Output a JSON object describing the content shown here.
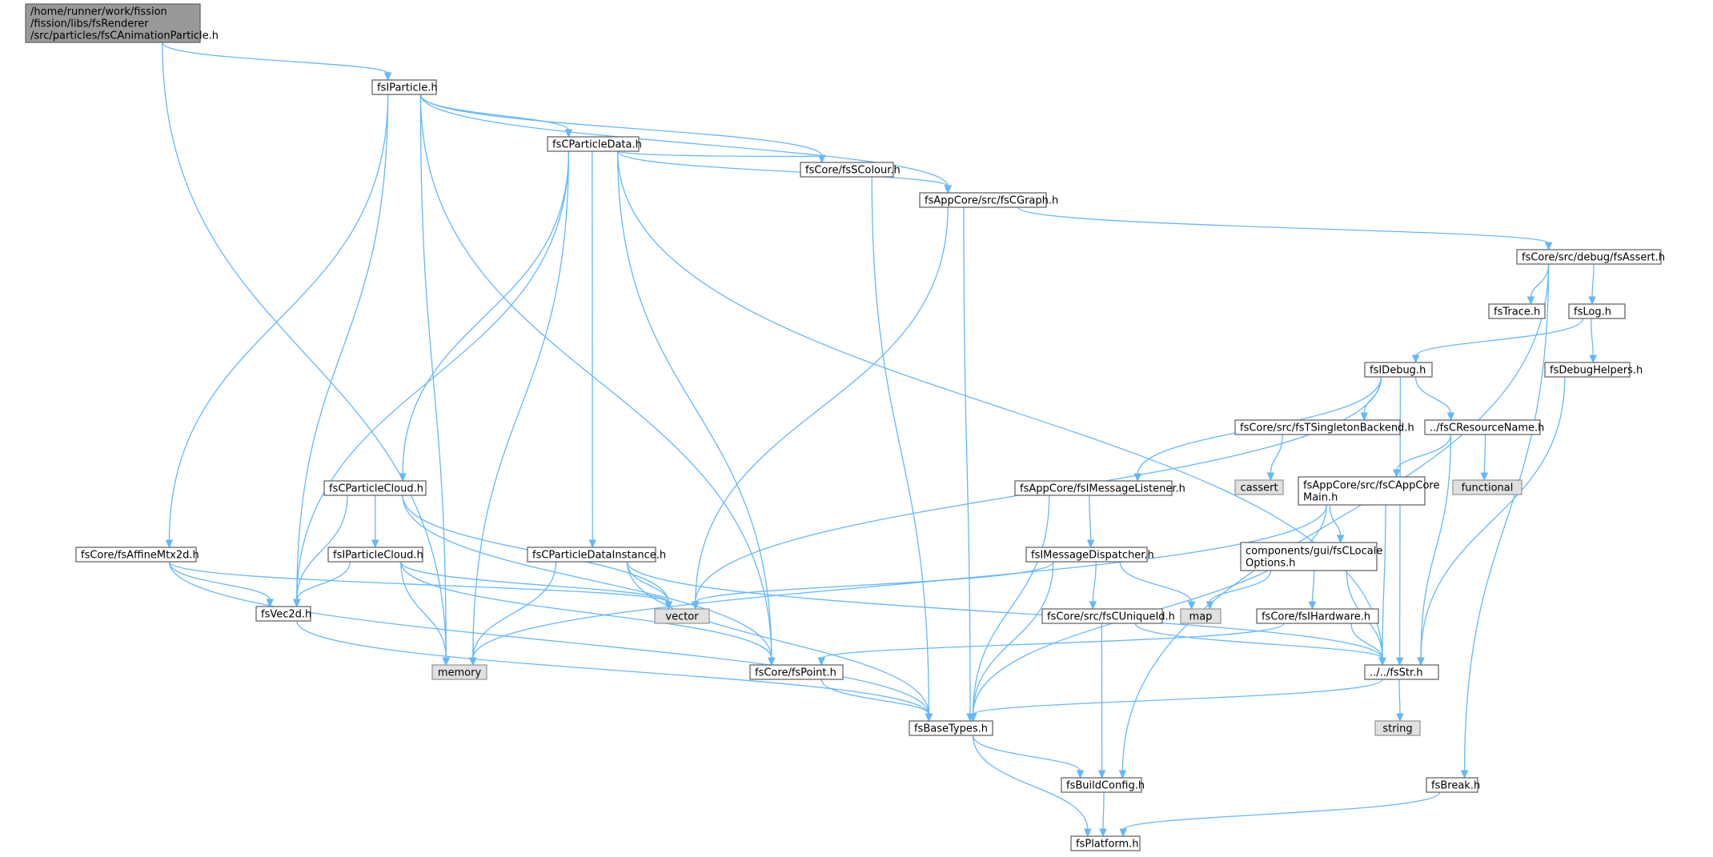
{
  "nodes": [
    {
      "id": "root",
      "lines": [
        "/home/runner/work/fission",
        "/fission/libs/fsRenderer",
        "/src/particles/fsCAnimationParticle.h"
      ],
      "kind": "root"
    },
    {
      "id": "fsIParticle",
      "lines": [
        "fsIParticle.h"
      ],
      "kind": "file"
    },
    {
      "id": "fsCParticleData",
      "lines": [
        "fsCParticleData.h"
      ],
      "kind": "file"
    },
    {
      "id": "fsSColour",
      "lines": [
        "fsCore/fsSColour.h"
      ],
      "kind": "file"
    },
    {
      "id": "fsCGraph",
      "lines": [
        "fsAppCore/src/fsCGraph.h"
      ],
      "kind": "file"
    },
    {
      "id": "fsAssert",
      "lines": [
        "fsCore/src/debug/fsAssert.h"
      ],
      "kind": "file"
    },
    {
      "id": "fsTrace",
      "lines": [
        "fsTrace.h"
      ],
      "kind": "file"
    },
    {
      "id": "fsLog",
      "lines": [
        "fsLog.h"
      ],
      "kind": "file"
    },
    {
      "id": "fsIDebug",
      "lines": [
        "fsIDebug.h"
      ],
      "kind": "file"
    },
    {
      "id": "fsDebugHelpers",
      "lines": [
        "fsDebugHelpers.h"
      ],
      "kind": "file"
    },
    {
      "id": "fsTSingleton",
      "lines": [
        "fsCore/src/fsTSingletonBackend.h"
      ],
      "kind": "file"
    },
    {
      "id": "fsCResourceName",
      "lines": [
        "../fsCResourceName.h"
      ],
      "kind": "file"
    },
    {
      "id": "cassert",
      "lines": [
        "cassert"
      ],
      "kind": "sys"
    },
    {
      "id": "functional",
      "lines": [
        "functional"
      ],
      "kind": "sys"
    },
    {
      "id": "fsCAppCoreMain",
      "lines": [
        "fsAppCore/src/fsCAppCore",
        "Main.h"
      ],
      "kind": "file"
    },
    {
      "id": "fsIMessageListener",
      "lines": [
        "fsAppCore/fsIMessageListener.h"
      ],
      "kind": "file"
    },
    {
      "id": "fsCParticleCloud",
      "lines": [
        "fsCParticleCloud.h"
      ],
      "kind": "file"
    },
    {
      "id": "fsIParticleCloud",
      "lines": [
        "fsIParticleCloud.h"
      ],
      "kind": "file"
    },
    {
      "id": "fsAffineMtx2d",
      "lines": [
        "fsCore/fsAffineMtx2d.h"
      ],
      "kind": "file"
    },
    {
      "id": "fsCParticleDataInstance",
      "lines": [
        "fsCParticleDataInstance.h"
      ],
      "kind": "file"
    },
    {
      "id": "fsIMessageDispatcher",
      "lines": [
        "fsIMessageDispatcher.h"
      ],
      "kind": "file"
    },
    {
      "id": "fsCLocaleOptions",
      "lines": [
        "components/gui/fsCLocale",
        "Options.h"
      ],
      "kind": "file"
    },
    {
      "id": "fsVec2d",
      "lines": [
        "fsVec2d.h"
      ],
      "kind": "file"
    },
    {
      "id": "vector",
      "lines": [
        "vector"
      ],
      "kind": "sys"
    },
    {
      "id": "map",
      "lines": [
        "map"
      ],
      "kind": "sys"
    },
    {
      "id": "fsCUniqueId",
      "lines": [
        "fsCore/src/fsCUniqueId.h"
      ],
      "kind": "file"
    },
    {
      "id": "fsIHardware",
      "lines": [
        "fsCore/fsIHardware.h"
      ],
      "kind": "file"
    },
    {
      "id": "memory",
      "lines": [
        "memory"
      ],
      "kind": "sys"
    },
    {
      "id": "fsPoint",
      "lines": [
        "fsCore/fsPoint.h"
      ],
      "kind": "file"
    },
    {
      "id": "fsStr",
      "lines": [
        "../../fsStr.h"
      ],
      "kind": "file"
    },
    {
      "id": "string",
      "lines": [
        "string"
      ],
      "kind": "sys"
    },
    {
      "id": "fsBaseTypes",
      "lines": [
        "fsBaseTypes.h"
      ],
      "kind": "file"
    },
    {
      "id": "fsBuildConfig",
      "lines": [
        "fsBuildConfig.h"
      ],
      "kind": "file"
    },
    {
      "id": "fsBreak",
      "lines": [
        "fsBreak.h"
      ],
      "kind": "file"
    },
    {
      "id": "fsPlatform",
      "lines": [
        "fsPlatform.h"
      ],
      "kind": "file"
    }
  ],
  "edges": [
    [
      "root",
      "fsIParticle"
    ],
    [
      "root",
      "memory"
    ],
    [
      "fsIParticle",
      "fsCParticleData"
    ],
    [
      "fsIParticle",
      "fsSColour"
    ],
    [
      "fsIParticle",
      "fsCGraph"
    ],
    [
      "fsIParticle",
      "fsAffineMtx2d"
    ],
    [
      "fsIParticle",
      "fsVec2d"
    ],
    [
      "fsIParticle",
      "memory"
    ],
    [
      "fsIParticle",
      "fsPoint"
    ],
    [
      "fsCParticleData",
      "fsSColour"
    ],
    [
      "fsCParticleData",
      "fsCGraph"
    ],
    [
      "fsCParticleData",
      "fsCParticleCloud"
    ],
    [
      "fsCParticleData",
      "fsCParticleDataInstance"
    ],
    [
      "fsCParticleData",
      "fsVec2d"
    ],
    [
      "fsCParticleData",
      "memory"
    ],
    [
      "fsCParticleData",
      "fsPoint"
    ],
    [
      "fsCParticleData",
      "fsStr"
    ],
    [
      "fsSColour",
      "fsBaseTypes"
    ],
    [
      "fsCGraph",
      "fsAssert"
    ],
    [
      "fsCGraph",
      "vector"
    ],
    [
      "fsCGraph",
      "fsBaseTypes"
    ],
    [
      "fsAssert",
      "fsTrace"
    ],
    [
      "fsAssert",
      "fsLog"
    ],
    [
      "fsAssert",
      "fsBuildConfig"
    ],
    [
      "fsAssert",
      "fsBreak"
    ],
    [
      "fsLog",
      "fsIDebug"
    ],
    [
      "fsLog",
      "fsDebugHelpers"
    ],
    [
      "fsDebugHelpers",
      "fsStr"
    ],
    [
      "fsIDebug",
      "fsTSingleton"
    ],
    [
      "fsIDebug",
      "fsCResourceName"
    ],
    [
      "fsIDebug",
      "fsIMessageListener"
    ],
    [
      "fsIDebug",
      "vector"
    ],
    [
      "fsIDebug",
      "fsStr"
    ],
    [
      "fsTSingleton",
      "cassert"
    ],
    [
      "fsCResourceName",
      "functional"
    ],
    [
      "fsCResourceName",
      "fsCAppCoreMain"
    ],
    [
      "fsCResourceName",
      "fsStr"
    ],
    [
      "fsCAppCoreMain",
      "fsCLocaleOptions"
    ],
    [
      "fsCAppCoreMain",
      "memory"
    ],
    [
      "fsCAppCoreMain",
      "fsStr"
    ],
    [
      "fsCAppCoreMain",
      "fsBaseTypes"
    ],
    [
      "fsCLocaleOptions",
      "map"
    ],
    [
      "fsCLocaleOptions",
      "fsIHardware"
    ],
    [
      "fsCLocaleOptions",
      "fsStr"
    ],
    [
      "fsIHardware",
      "fsPoint"
    ],
    [
      "fsIHardware",
      "fsStr"
    ],
    [
      "fsIMessageListener",
      "fsIMessageDispatcher"
    ],
    [
      "fsIMessageListener",
      "fsBaseTypes"
    ],
    [
      "fsIMessageDispatcher",
      "vector"
    ],
    [
      "fsIMessageDispatcher",
      "map"
    ],
    [
      "fsIMessageDispatcher",
      "fsCUniqueId"
    ],
    [
      "fsIMessageDispatcher",
      "fsBaseTypes"
    ],
    [
      "fsCUniqueId",
      "fsBuildConfig"
    ],
    [
      "fsCUniqueId",
      "fsStr"
    ],
    [
      "fsCParticleCloud",
      "fsIParticleCloud"
    ],
    [
      "fsCParticleCloud",
      "fsVec2d"
    ],
    [
      "fsCParticleCloud",
      "vector"
    ],
    [
      "fsCParticleCloud",
      "fsPoint"
    ],
    [
      "fsIParticleCloud",
      "fsVec2d"
    ],
    [
      "fsIParticleCloud",
      "memory"
    ],
    [
      "fsIParticleCloud",
      "vector"
    ],
    [
      "fsIParticleCloud",
      "fsPoint"
    ],
    [
      "fsAffineMtx2d",
      "fsVec2d"
    ],
    [
      "fsAffineMtx2d",
      "vector"
    ],
    [
      "fsAffineMtx2d",
      "fsBaseTypes"
    ],
    [
      "fsCParticleDataInstance",
      "vector"
    ],
    [
      "fsCParticleDataInstance",
      "memory"
    ],
    [
      "fsCParticleDataInstance",
      "fsBaseTypes"
    ],
    [
      "fsCParticleDataInstance",
      "fsStr"
    ],
    [
      "fsVec2d",
      "fsBaseTypes"
    ],
    [
      "fsPoint",
      "fsBaseTypes"
    ],
    [
      "fsStr",
      "string"
    ],
    [
      "fsStr",
      "fsBaseTypes"
    ],
    [
      "fsBaseTypes",
      "fsBuildConfig"
    ],
    [
      "fsBaseTypes",
      "fsPlatform"
    ],
    [
      "fsBuildConfig",
      "fsPlatform"
    ],
    [
      "fsBreak",
      "fsPlatform"
    ]
  ],
  "colors": {
    "edge": "#63b8ff",
    "node_border": "#666666",
    "system_fill": "#e0e0e0",
    "root_fill": "#999999"
  }
}
